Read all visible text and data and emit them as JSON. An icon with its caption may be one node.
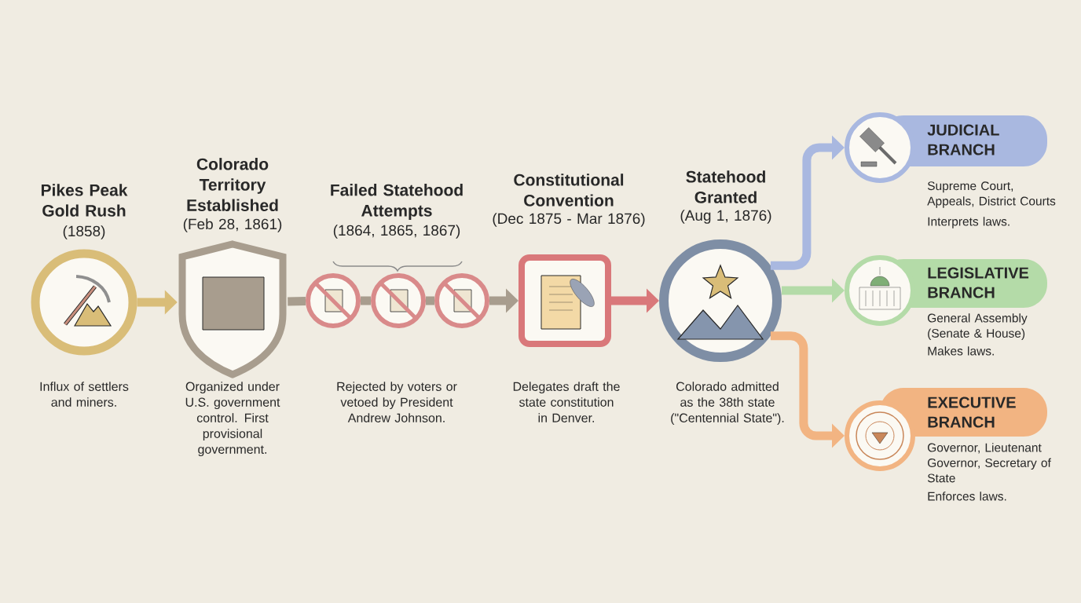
{
  "diagram": {
    "nodes": [
      {
        "text": [
          "Pikes Peak Gold Rush",
          "(1858)"
        ],
        "beside": [
          "Influx of settlers and miners."
        ]
      },
      {
        "text": [
          "Colorado Territory Established",
          "(Feb 28, 1861)"
        ],
        "beside": [
          "Organized under U.S. government control. First provisional government."
        ]
      },
      {
        "text": [],
        "shape": "circle"
      },
      {
        "text": [],
        "shape": "circle"
      },
      {
        "text": [],
        "shape": "circle"
      },
      {
        "text": [
          "Constitutional Convention",
          "(Dec 1875 - Mar 1876)"
        ],
        "beside": [
          "Delegates draft the state constitution in Denver."
        ]
      },
      {
        "text": [
          "Statehood Granted",
          "(Aug 1, 1876)"
        ],
        "beside": [
          "Colorado admitted as the 38th state (\"Centennial State\")."
        ]
      },
      {
        "text": [
          "JUDICIAL BRANCH"
        ],
        "beside": [
          "Supreme Court, Appeals, District Courts",
          "Interprets laws."
        ]
      },
      {
        "text": [
          "LEGISLATIVE BRANCH"
        ],
        "beside": [
          "General Assembly (Senate & House)",
          "Makes laws."
        ]
      },
      {
        "text": [
          "EXECUTIVE BRANCH"
        ],
        "beside": [
          "Governor, Lieutenant Governor, Secretary of State",
          "Enforces laws."
        ]
      }
    ],
    "edges": [
      {
        "from": 0,
        "to": 1,
        "arrow": "to",
        "color": "#d9bd78"
      },
      {
        "from": 1,
        "to": 2,
        "arrow": "none",
        "color": "#a89d8e"
      },
      {
        "from": 2,
        "to": 3,
        "arrow": "none",
        "color": "#a89d8e"
      },
      {
        "from": 3,
        "to": 4,
        "arrow": "none",
        "color": "#a89d8e"
      },
      {
        "from": 4,
        "to": 5,
        "arrow": "to",
        "color": "#a89d8e"
      },
      {
        "from": 5,
        "to": 6,
        "arrow": "to",
        "color": "#d9787a"
      },
      {
        "from": 6,
        "to": 7,
        "arrow": "to",
        "color": "#a9b8e0"
      },
      {
        "from": 6,
        "to": 8,
        "arrow": "to",
        "color": "#b4dba8"
      },
      {
        "from": 6,
        "to": 9,
        "arrow": "to",
        "color": "#f2b482"
      }
    ],
    "labels": [
      "Failed Statehood Attempts",
      "(1864, 1865, 1867)",
      "Rejected by voters or vetoed by President Andrew Johnson."
    ]
  }
}
